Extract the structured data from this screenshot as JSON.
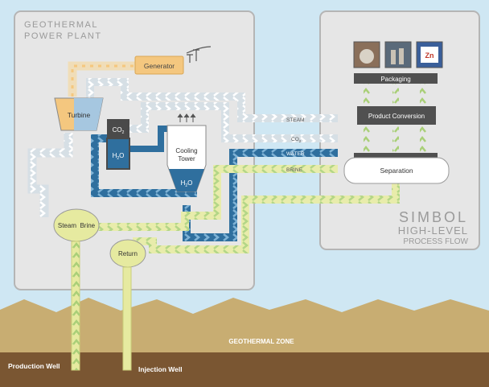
{
  "plant": {
    "title_line1": "GEOTHERMAL",
    "title_line2": "POWER PLANT"
  },
  "components": {
    "generator": "Generator",
    "turbine": "Turbine",
    "co2": "CO",
    "co2_sub": "2",
    "h2o": "H",
    "h2o_sub": "2",
    "h2o_o": "O",
    "cooling_tower_1": "Cooling",
    "cooling_tower_2": "Tower",
    "tower_h2o": "H",
    "tower_h2o_sub": "2",
    "tower_h2o_o": "O",
    "steam_brine": "Steam  Brine",
    "return": "Return"
  },
  "flows": {
    "steam": "STEAM",
    "co2": "CO",
    "co2_sub": "2",
    "water": "WATER",
    "brine": "BRINE"
  },
  "process": {
    "packaging": "Packaging",
    "product_conversion": "Product Conversion",
    "separation": "Separation",
    "zn_label": "Zn",
    "title_line1": "SIMBOL",
    "title_line2": "HIGH-LEVEL",
    "title_line3": "PROCESS FLOW"
  },
  "ground": {
    "zone": "GEOTHERMAL ZONE",
    "production_well": "Production Well",
    "injection_well": "Injection Well"
  },
  "colors": {
    "sky": "#cfe7f3",
    "panel": "#e6e6e6",
    "hills": "#c8ad72",
    "soil": "#7a5632",
    "brine": "#e6eaa0",
    "steam_pipe": "#dfe7ec",
    "water": "#2f6f9e",
    "generator": "#f4c77f",
    "box_dark": "#555555",
    "arrow_green": "#b6d98d"
  }
}
